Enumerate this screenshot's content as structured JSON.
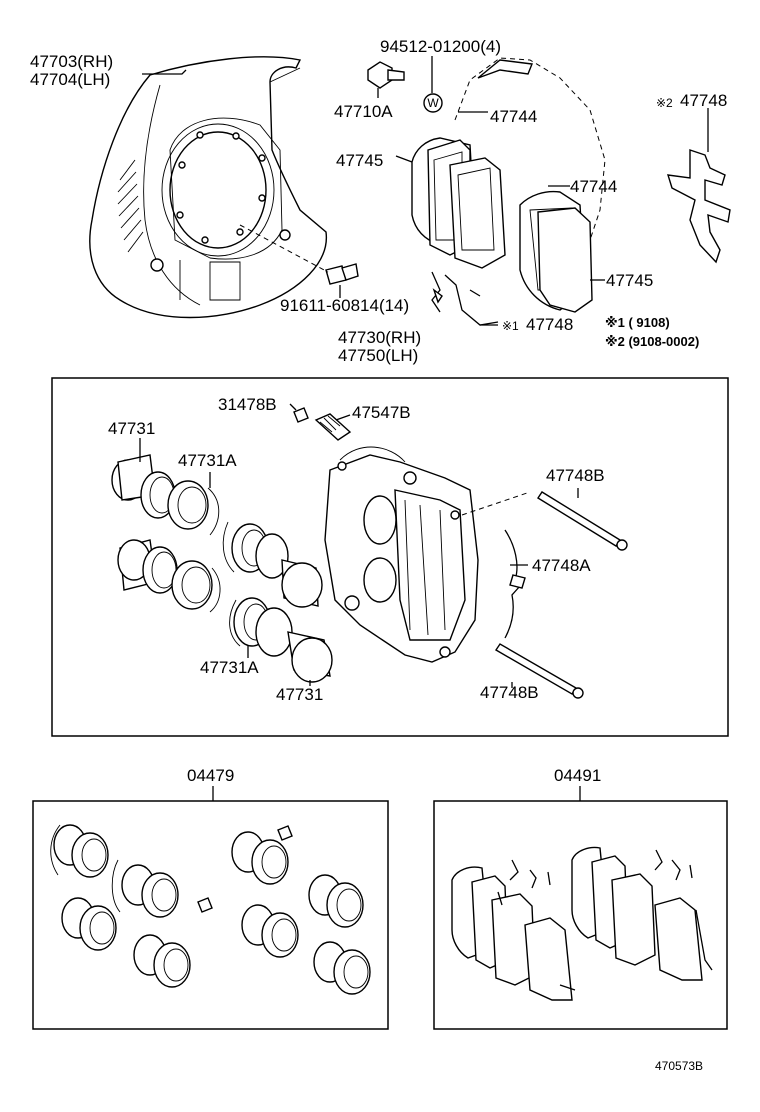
{
  "labels": {
    "shield_rh": "47703(RH)",
    "shield_lh": "47704(LH)",
    "bolt_top": "94512-01200(4)",
    "bolt_caliper": "47710A",
    "pad_top": "47744",
    "shim_inner": "47745",
    "pad_right": "47744",
    "shim_right": "47745",
    "clip_right_mark": "※2",
    "clip_right": "47748",
    "bolt_shield": "91611-60814(14)",
    "clip_left_mark": "※1",
    "clip_left": "47748",
    "note1": "※1 (        9108)",
    "note2": "※2 (9108‐0002)",
    "caliper_rh": "47730(RH)",
    "caliper_lh": "47750(LH)",
    "bleeder_cap": "31478B",
    "bleeder_plug": "47547B",
    "piston_upper": "47731",
    "seal_upper": "47731A",
    "pin_upper": "47748B",
    "spring": "47748A",
    "seal_lower": "47731A",
    "piston_lower": "47731",
    "pin_lower": "47748B",
    "kit_seals": "04479",
    "kit_pads": "04491",
    "ref_code": "470573B",
    "w_mark": "W"
  }
}
